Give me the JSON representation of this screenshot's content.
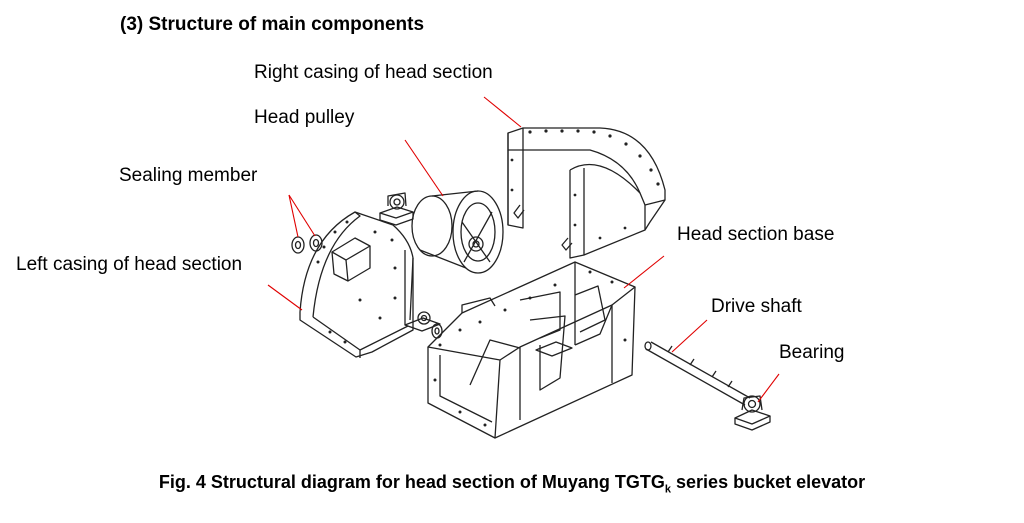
{
  "heading": "(3) Structure of main components",
  "labels": {
    "right_casing": "Right casing of head section",
    "head_pulley": "Head pulley",
    "sealing_member": "Sealing member",
    "left_casing": "Left casing of head section",
    "head_section_base": "Head section base",
    "drive_shaft": "Drive shaft",
    "bearing": "Bearing"
  },
  "caption": {
    "main": "Fig. 4 Structural diagram for head section of Muyang TGTG",
    "subscript": "k",
    "tail": " series bucket elevator"
  },
  "colors": {
    "leader_line": "#e00000",
    "drawing": "#222222"
  }
}
